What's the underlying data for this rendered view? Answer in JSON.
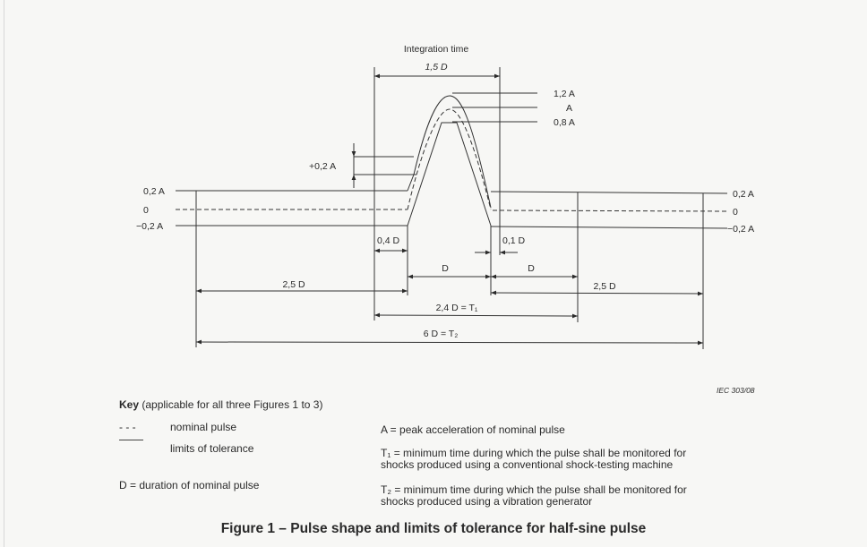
{
  "diagram": {
    "integration_time": "Integration time",
    "dim_1_5d": "1,5 D",
    "level_1_2a": "1,2 A",
    "level_a": "A",
    "level_0_8a": "0,8 A",
    "plus_0_2a": "+0,2 A",
    "left_0_2a": "0,2 A",
    "left_zero": "0",
    "left_minus_0_2a": "−0,2 A",
    "right_0_2a": "0,2 A",
    "right_zero": "0",
    "right_minus_0_2a": "−0,2 A",
    "dim_0_4d": "0,4 D",
    "dim_0_1d": "0,1 D",
    "dim_d_left": "D",
    "dim_d_right": "D",
    "dim_2_5d_left": "2,5 D",
    "dim_2_5d_right": "2,5 D",
    "dim_t1": "2,4 D = T₁",
    "dim_t2": "6 D = T₂"
  },
  "iec_ref": "IEC  303/08",
  "key": {
    "title_bold": "Key",
    "title_rest": " (applicable for all three Figures 1 to 3)",
    "dash_symbol": "- - -",
    "nominal_pulse": "nominal pulse",
    "limits": "limits of tolerance",
    "d_def": "D = duration of nominal pulse",
    "a_def": "A = peak acceleration of nominal pulse",
    "t1_def_1": "T₁ = minimum time during which the pulse shall be monitored for",
    "t1_def_2": "shocks produced using a conventional shock-testing machine",
    "t2_def_1": "T₂ = minimum time during which the pulse shall be monitored for",
    "t2_def_2": "shocks produced using a vibration generator"
  },
  "caption": "Figure 1 – Pulse shape and limits of tolerance for half-sine pulse"
}
